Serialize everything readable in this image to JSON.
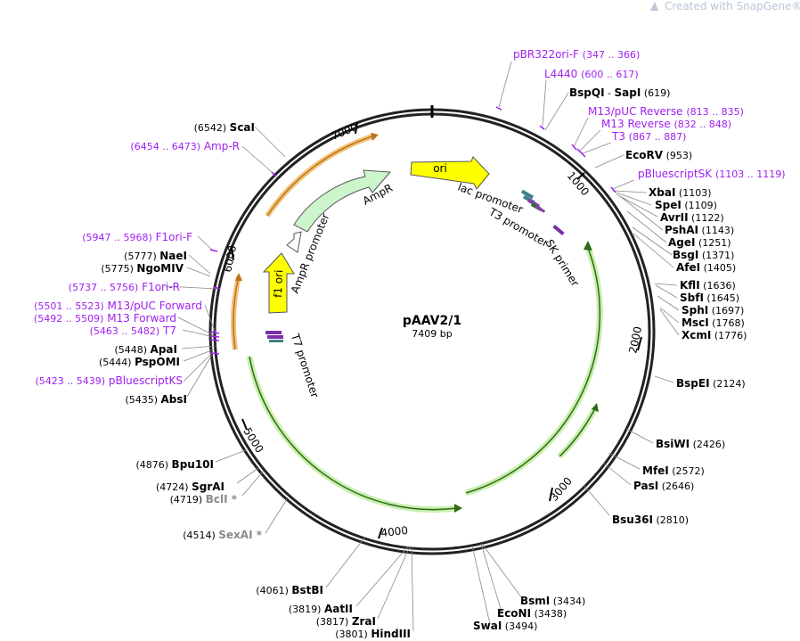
{
  "watermark": "Created with SnapGene®",
  "plasmid": {
    "name": "pAAV2/1",
    "length": "7409 bp"
  },
  "ticks": [
    "1000",
    "2000",
    "3000",
    "4000",
    "5000",
    "6000",
    "7000"
  ],
  "arc_labels": {
    "ori": "ori",
    "ampr": "AmpR",
    "f1ori": "f1 ori",
    "amprpromoter": "AmpR promoter",
    "lac": "lac promoter",
    "t3p": "T3 promoter",
    "skp": "SK primer",
    "t7p": "T7 promoter"
  },
  "sites": {
    "bspqi": {
      "name": "BspQI",
      "alt": "SapI",
      "pos": "(619)"
    },
    "ecorv": {
      "name": "EcoRV",
      "pos": "(953)"
    },
    "xbai": {
      "name": "XbaI",
      "pos": "(1103)"
    },
    "spei": {
      "name": "SpeI",
      "pos": "(1109)"
    },
    "avrii": {
      "name": "AvrII",
      "pos": "(1122)"
    },
    "pshai": {
      "name": "PshAI",
      "pos": "(1143)"
    },
    "agei": {
      "name": "AgeI",
      "pos": "(1251)"
    },
    "bsgi": {
      "name": "BsgI",
      "pos": "(1371)"
    },
    "afei": {
      "name": "AfeI",
      "pos": "(1405)"
    },
    "kfli": {
      "name": "KflI",
      "pos": "(1636)"
    },
    "sbfi": {
      "name": "SbfI",
      "pos": "(1645)"
    },
    "sphi": {
      "name": "SphI",
      "pos": "(1697)"
    },
    "msci": {
      "name": "MscI",
      "pos": "(1768)"
    },
    "xcmi": {
      "name": "XcmI",
      "pos": "(1776)"
    },
    "bspei": {
      "name": "BspEI",
      "pos": "(2124)"
    },
    "bsiwi": {
      "name": "BsiWI",
      "pos": "(2426)"
    },
    "mfei": {
      "name": "MfeI",
      "pos": "(2572)"
    },
    "pasi": {
      "name": "PasI",
      "pos": "(2646)"
    },
    "bsu36i": {
      "name": "Bsu36I",
      "pos": "(2810)"
    },
    "bsmi": {
      "name": "BsmI",
      "pos": "(3434)"
    },
    "econi": {
      "name": "EcoNI",
      "pos": "(3438)"
    },
    "swai": {
      "name": "SwaI",
      "pos": "(3494)"
    },
    "hindiii": {
      "name": "HindIII",
      "pos": "(3801)"
    },
    "zrai": {
      "name": "ZraI",
      "pos": "(3817)"
    },
    "aatii": {
      "name": "AatII",
      "pos": "(3819)"
    },
    "bstbi": {
      "name": "BstBI",
      "pos": "(4061)"
    },
    "sexai": {
      "name": "SexAI *",
      "pos": "(4514)"
    },
    "bcli": {
      "name": "BclI *",
      "pos": "(4719)"
    },
    "sgrai": {
      "name": "SgrAI",
      "pos": "(4724)"
    },
    "bpu10i": {
      "name": "Bpu10I",
      "pos": "(4876)"
    },
    "absi": {
      "name": "AbsI",
      "pos": "(5435)"
    },
    "pspomi": {
      "name": "PspOMI",
      "pos": "(5444)"
    },
    "apai": {
      "name": "ApaI",
      "pos": "(5448)"
    },
    "ngomiv": {
      "name": "NgoMIV",
      "pos": "(5775)"
    },
    "naei": {
      "name": "NaeI",
      "pos": "(5777)"
    },
    "scai": {
      "name": "ScaI",
      "pos": "(6542)"
    }
  },
  "features": {
    "pbr322": {
      "name": "pBR322ori-F",
      "range": "(347 .. 366)"
    },
    "l4440": {
      "name": "L4440",
      "range": "(600 .. 617)"
    },
    "m13pucrev": {
      "name": "M13/pUC Reverse",
      "range": "(813 .. 835)"
    },
    "m13rev": {
      "name": "M13 Reverse",
      "range": "(832 .. 848)"
    },
    "t3": {
      "name": "T3",
      "range": "(867 .. 887)"
    },
    "pbsk": {
      "name": "pBluescriptSK",
      "range": "(1103 .. 1119)"
    },
    "ampr": {
      "name": "Amp-R",
      "range": "(6454 .. 6473)"
    },
    "f1orif": {
      "name": "F1ori-F",
      "range": "(5947 .. 5968)"
    },
    "f1orir": {
      "name": "F1ori-R",
      "range": "(5737 .. 5756)"
    },
    "m13pucfwd": {
      "name": "M13/pUC Forward",
      "range": "(5501 .. 5523)"
    },
    "m13fwd": {
      "name": "M13 Forward",
      "range": "(5492 .. 5509)"
    },
    "t7": {
      "name": "T7",
      "range": "(5463 .. 5482)"
    },
    "pbks": {
      "name": "pBluescriptKS",
      "range": "(5423 .. 5439)"
    }
  }
}
